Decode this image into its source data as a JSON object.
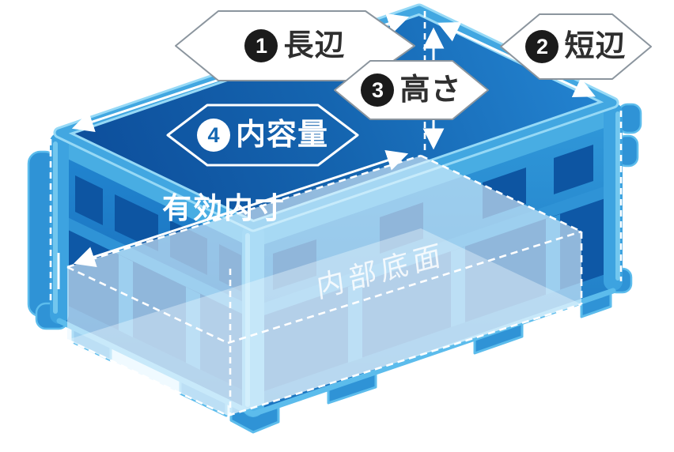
{
  "page": {
    "background": "#ffffff",
    "kind": "product-dimension-diagram",
    "subject": "blue-plastic-container"
  },
  "diagram": {
    "labels": [
      {
        "number": "1",
        "text": "長辺",
        "variant": "solid-hexagon"
      },
      {
        "number": "2",
        "text": "短辺",
        "variant": "solid-hexagon"
      },
      {
        "number": "3",
        "text": "高さ",
        "variant": "solid-hexagon"
      },
      {
        "number": "4",
        "text": "内容量",
        "variant": "outline-hexagon"
      }
    ],
    "annotations": {
      "effective_inner_dimensions": "有効内寸",
      "inner_bottom_surface": "内部底面"
    },
    "icons": [
      {
        "name": "long-side-arrow",
        "glyph": "double-headed-arrow"
      },
      {
        "name": "short-side-arrow",
        "glyph": "double-headed-arrow"
      },
      {
        "name": "height-arrow",
        "glyph": "double-headed-arrow"
      },
      {
        "name": "inner-length-arrow",
        "glyph": "double-headed-arrow"
      }
    ],
    "colors": {
      "top_surface_light": "#2383d0",
      "top_surface_dark": "#0d4e9b",
      "wall_medium": "#1b79c4",
      "wall_panel_dark": "#0e58a6",
      "rim_band": "#42a7e1",
      "rim_highlight": "#96d9f6",
      "accent_light": "#5cbcec",
      "inner_overlay": "rgba(232,246,255,0.6)",
      "badge_dark": "#1b1b1b",
      "badge_number_blue": "#1467b2",
      "label_text_dark": "#2f2f2f",
      "annotation_white": "#ffffff"
    }
  }
}
